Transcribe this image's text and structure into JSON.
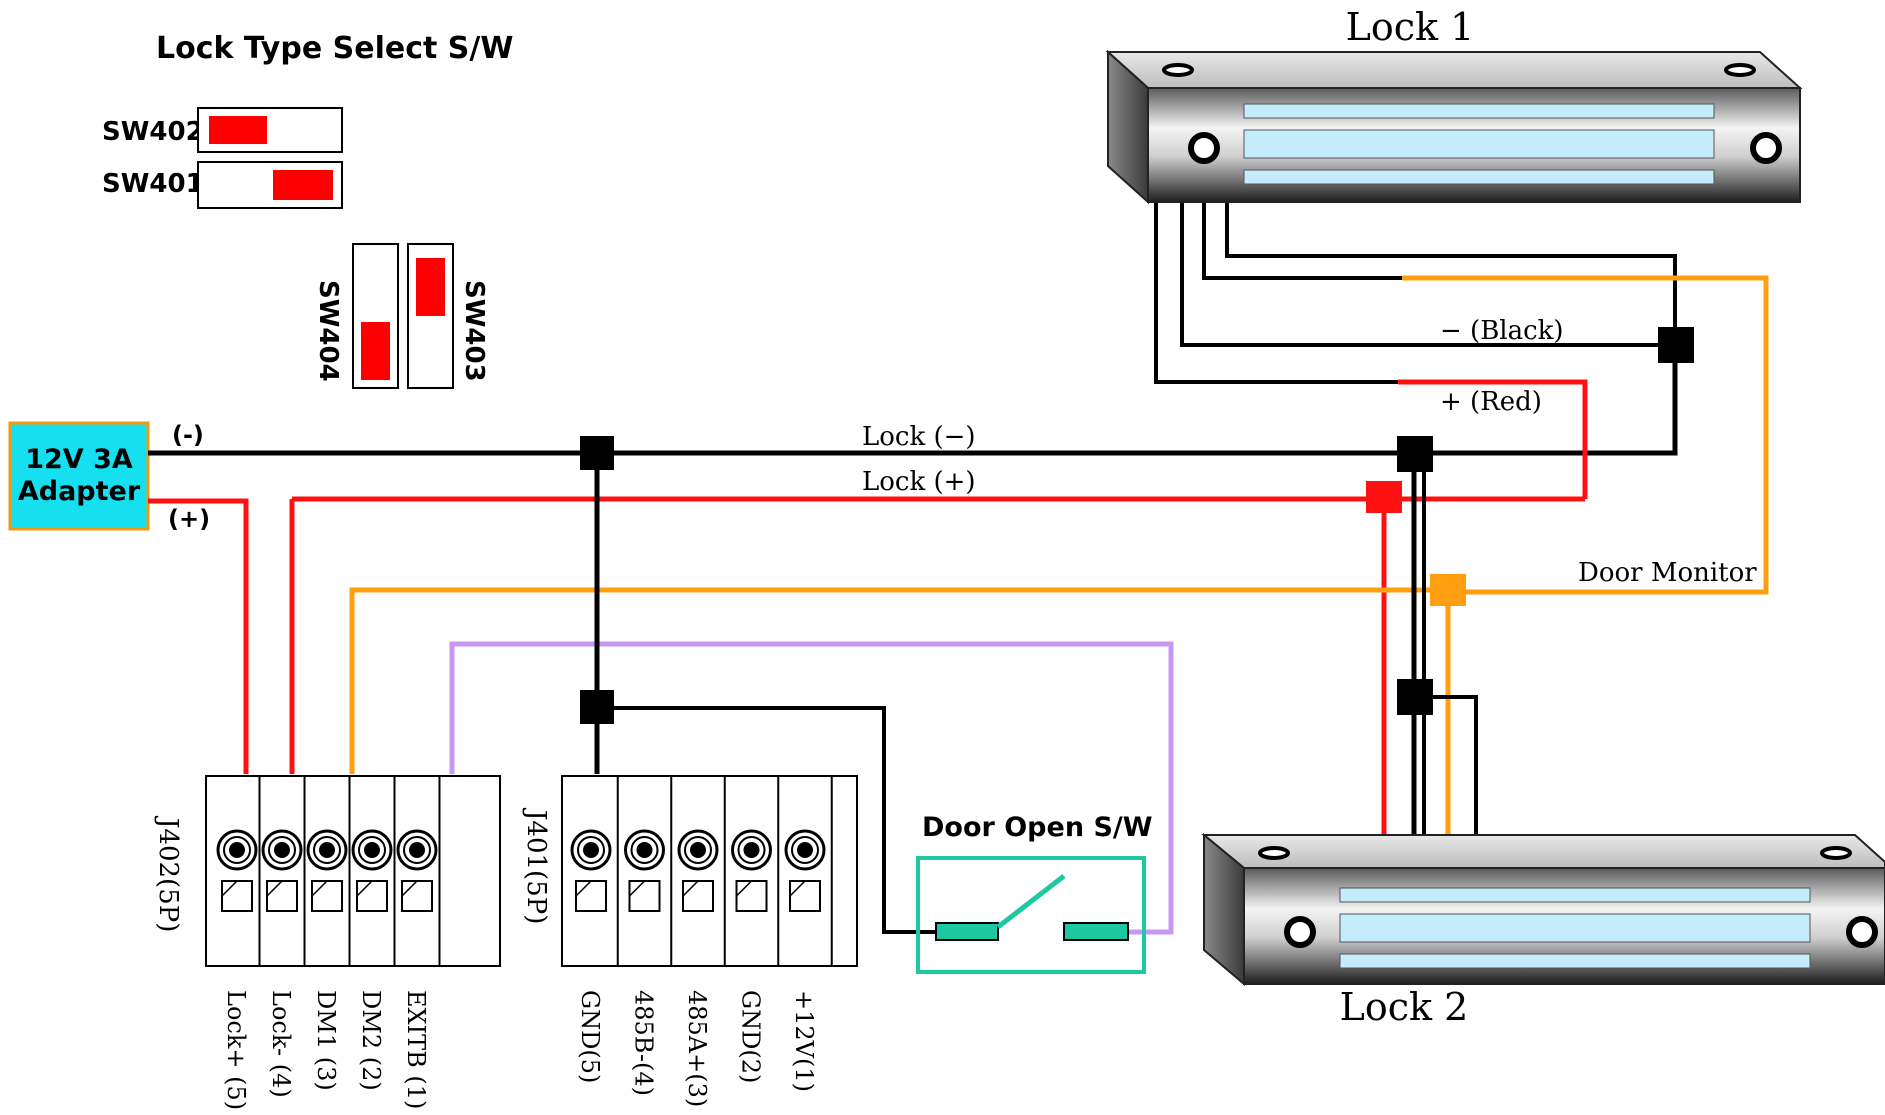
{
  "switch_section": {
    "title": "Lock Type Select S/W",
    "sw402": "SW402",
    "sw401": "SW401",
    "sw404": "SW404",
    "sw403": "SW403"
  },
  "adapter": {
    "line1": "12V 3A",
    "line2": "Adapter",
    "minus": "(-)",
    "plus": "(+)"
  },
  "locks": {
    "lock1": "Lock 1",
    "lock2": "Lock 2"
  },
  "wires": {
    "black": "− (Black)",
    "red": "+ (Red)",
    "lock_minus": "Lock (−)",
    "lock_plus": "Lock (+)",
    "door_monitor": "Door Monitor"
  },
  "door_switch": {
    "title": "Door Open S/W"
  },
  "j402": {
    "name": "J402(5P)",
    "pins": [
      "Lock+ (5)",
      "Lock- (4)",
      "DM1 (3)",
      "DM2 (2)",
      "EXITB (1)"
    ]
  },
  "j401": {
    "name": "J401(5P)",
    "pins": [
      "GND(5)",
      "485B-(4)",
      "485A+(3)",
      "GND(2)",
      "+12V(1)"
    ]
  },
  "colors": {
    "black_wire": "#000000",
    "red_wire": "#ff1010",
    "orange_wire": "#ff9f10",
    "purple_wire": "#c898f0",
    "adapter_fill": "#16e0f0",
    "adapter_border": "#f09a10",
    "switch_green": "#1ec8a0",
    "lock_glass": "#c4ecfc"
  }
}
